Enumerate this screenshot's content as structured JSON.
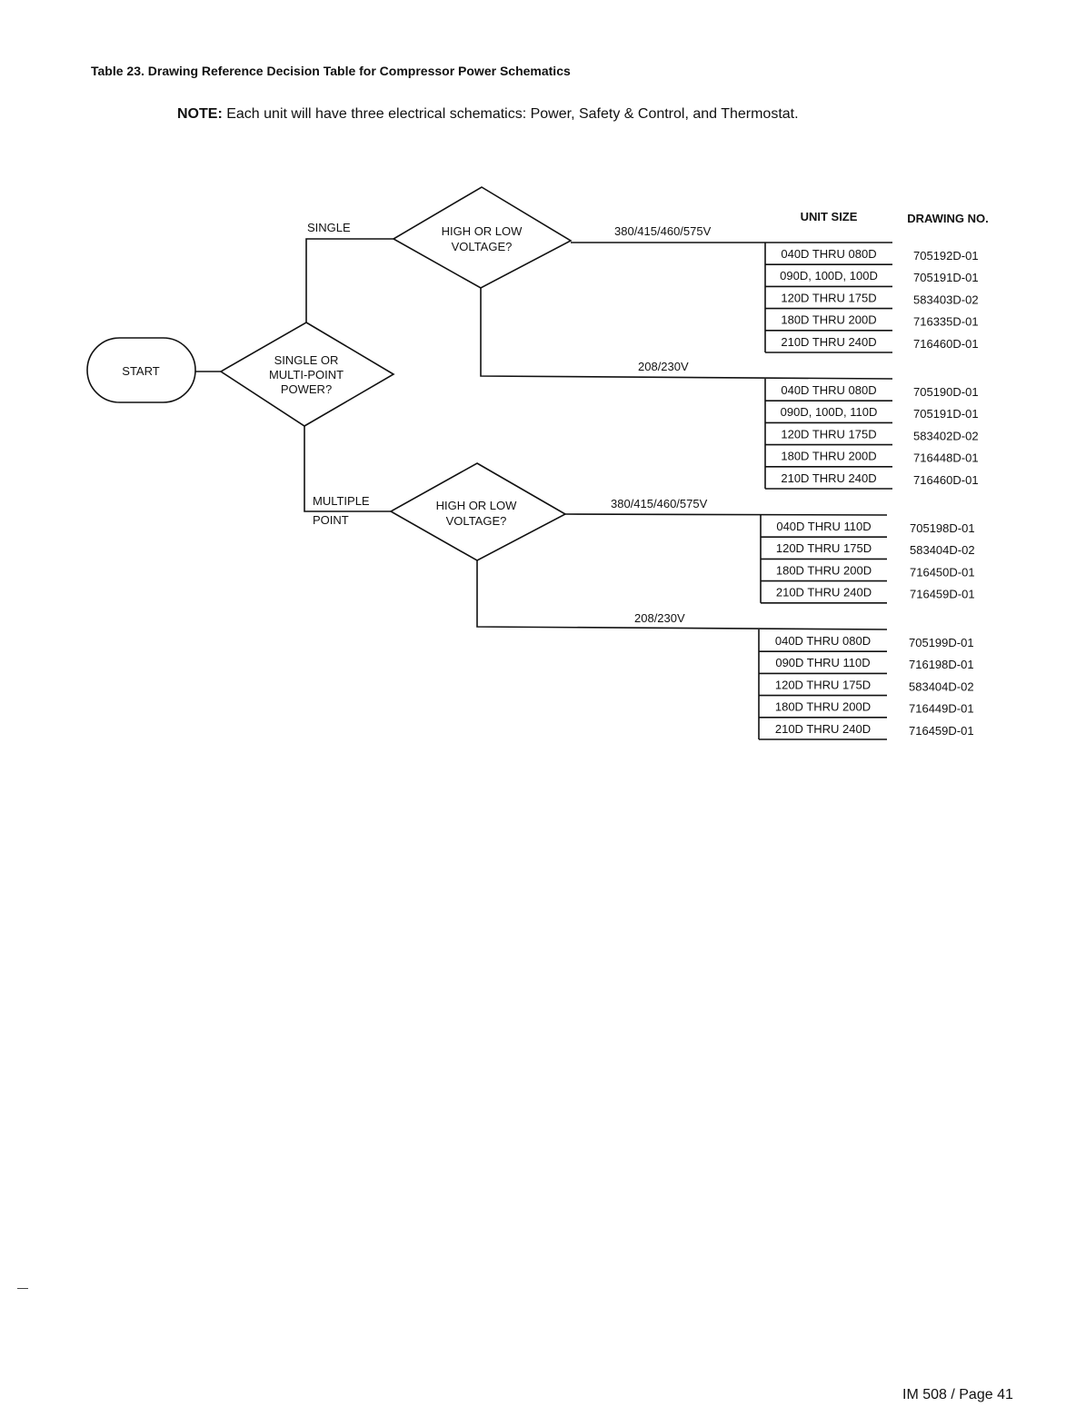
{
  "header": {
    "title": "Table 23. Drawing Reference Decision Table for Compressor Power Schematics",
    "note_label": "NOTE:",
    "note_text": "Each unit will have three electrical schematics: Power, Safety & Control, and Thermostat."
  },
  "nodes": {
    "start": "START",
    "power_decision": [
      "SINGLE OR",
      "MULTI-POINT",
      "POWER?"
    ],
    "voltage_decision_single": [
      "HIGH OR LOW",
      "VOLTAGE?"
    ],
    "voltage_decision_multi": [
      "HIGH OR LOW",
      "VOLTAGE?"
    ]
  },
  "edges": {
    "single": "SINGLE",
    "multiple": [
      "MULTIPLE",
      "POINT"
    ],
    "single_high": "380/415/460/575V",
    "single_low": "208/230V",
    "multi_high": "380/415/460/575V",
    "multi_low": "208/230V"
  },
  "table": {
    "col_unit_size": "UNIT SIZE",
    "col_drawing_no": "DRAWING NO.",
    "groups": [
      {
        "id": "single-high",
        "rows": [
          {
            "unit_size": "040D THRU 080D",
            "drawing_no": "705192D-01"
          },
          {
            "unit_size": "090D, 100D, 100D",
            "drawing_no": "705191D-01"
          },
          {
            "unit_size": "120D THRU 175D",
            "drawing_no": "583403D-02"
          },
          {
            "unit_size": "180D THRU 200D",
            "drawing_no": "716335D-01"
          },
          {
            "unit_size": "210D THRU 240D",
            "drawing_no": "716460D-01"
          }
        ]
      },
      {
        "id": "single-low",
        "rows": [
          {
            "unit_size": "040D THRU 080D",
            "drawing_no": "705190D-01"
          },
          {
            "unit_size": "090D, 100D, 110D",
            "drawing_no": "705191D-01"
          },
          {
            "unit_size": "120D THRU 175D",
            "drawing_no": "583402D-02"
          },
          {
            "unit_size": "180D THRU 200D",
            "drawing_no": "716448D-01"
          },
          {
            "unit_size": "210D THRU 240D",
            "drawing_no": "716460D-01"
          }
        ]
      },
      {
        "id": "multi-high",
        "rows": [
          {
            "unit_size": "040D THRU 110D",
            "drawing_no": "705198D-01"
          },
          {
            "unit_size": "120D THRU 175D",
            "drawing_no": "583404D-02"
          },
          {
            "unit_size": "180D THRU 200D",
            "drawing_no": "716450D-01"
          },
          {
            "unit_size": "210D THRU 240D",
            "drawing_no": "716459D-01"
          }
        ]
      },
      {
        "id": "multi-low",
        "rows": [
          {
            "unit_size": "040D THRU 080D",
            "drawing_no": "705199D-01"
          },
          {
            "unit_size": "090D THRU 110D",
            "drawing_no": "716198D-01"
          },
          {
            "unit_size": "120D THRU 175D",
            "drawing_no": "583404D-02"
          },
          {
            "unit_size": "180D THRU 200D",
            "drawing_no": "716449D-01"
          },
          {
            "unit_size": "210D THRU 240D",
            "drawing_no": "716459D-01"
          }
        ]
      }
    ]
  },
  "footer": {
    "page": "IM 508 / Page 41"
  }
}
